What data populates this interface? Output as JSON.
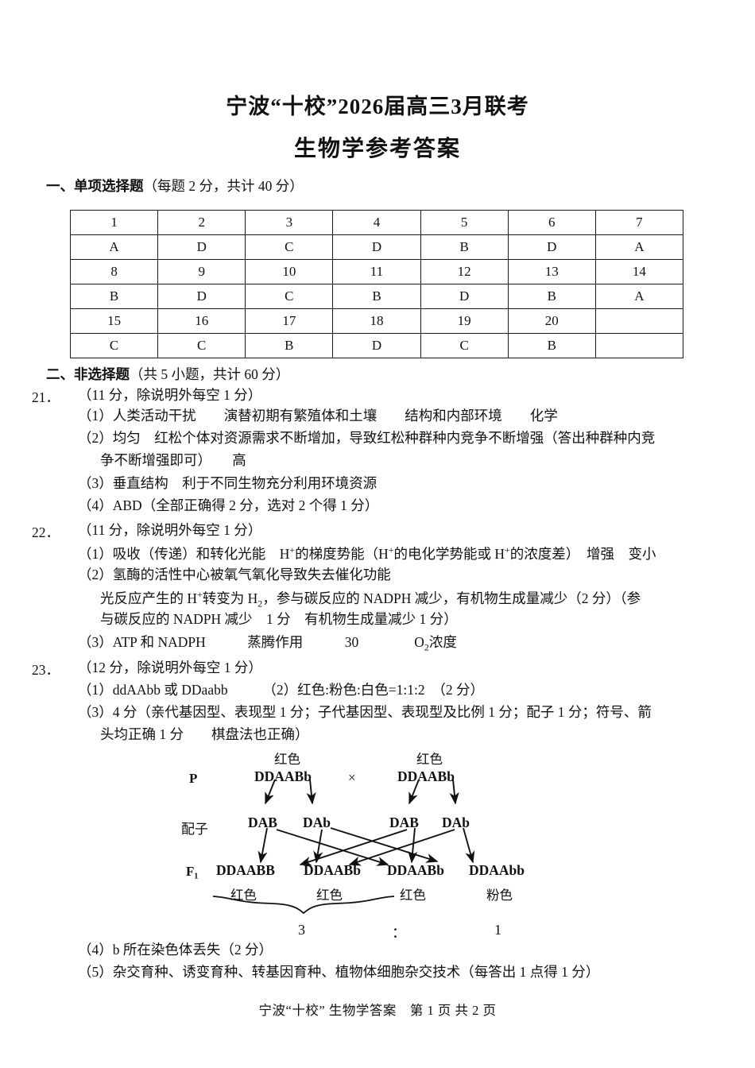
{
  "document": {
    "title_main": "宁波“十校”2026届高三3月联考",
    "title_sub": "生物学参考答案"
  },
  "section_one": {
    "heading_bold": "一、单项选择题",
    "heading_rest": "（每题 2 分，共计 40 分）",
    "table": {
      "rows": [
        [
          "1",
          "2",
          "3",
          "4",
          "5",
          "6",
          "7"
        ],
        [
          "A",
          "D",
          "C",
          "D",
          "B",
          "D",
          "A"
        ],
        [
          "8",
          "9",
          "10",
          "11",
          "12",
          "13",
          "14"
        ],
        [
          "B",
          "D",
          "C",
          "B",
          "D",
          "B",
          "A"
        ],
        [
          "15",
          "16",
          "17",
          "18",
          "19",
          "20",
          ""
        ],
        [
          "C",
          "C",
          "B",
          "D",
          "C",
          "B",
          ""
        ]
      ]
    }
  },
  "section_two": {
    "heading_bold": "二、非选择题",
    "heading_rest": "（共 5 小题，共计 60 分）"
  },
  "q21": {
    "number": "21．",
    "score_note": "（11 分，除说明外每空 1 分）",
    "l1": "（1）人类活动干扰　　演替初期有繁殖体和土壤　　结构和内部环境　　化学",
    "l2": "（2）均匀　红松个体对资源需求不断增加，导致红松种群种内竞争不断增强（答出种群种内竞",
    "l3": "争不断增强即可）　　高",
    "l4": "（3）垂直结构　利于不同生物充分利用环境资源",
    "l5": "（4）ABD（全部正确得 2 分，选对 2 个得 1 分）"
  },
  "q22": {
    "number": "22．",
    "score_note": "（11 分，除说明外每空 1 分）",
    "l1_a": "（1）吸收（传递）和转化光能　H",
    "l1_sup1": "+",
    "l1_b": "的梯度势能（H",
    "l1_sup2": "+",
    "l1_c": "的电化学势能或 H",
    "l1_sup3": "+",
    "l1_d": "的浓度差）　增强　变小",
    "l2": "（2）氢酶的活性中心被氧气氧化导致失去催化功能",
    "l3_a": "光反应产生的 H",
    "l3_sup1": "+",
    "l3_b": "转变为 H",
    "l3_sub1": "2",
    "l3_c": "，参与碳反应的 NADPH 减少，有机物生成量减少（2 分）（参",
    "l4": "与碳反应的 NADPH 减少　1 分　有机物生成量减少 1 分）",
    "l5_a": "（3）ATP 和 NADPH　　　蒸腾作用　　　30　　　　O",
    "l5_sub1": "2",
    "l5_b": "浓度"
  },
  "q23": {
    "number": "23．",
    "score_note": "（12 分，除说明外每空 1 分）",
    "l1": "（1）ddAAbb 或 DDaabb　　　（2）红色:粉色:白色=1:1:2　（2 分）",
    "l2": "（3）4 分（亲代基因型、表现型 1 分；子代基因型、表现型及比例 1 分；配子 1 分；符号、箭",
    "l3": "头均正确 1 分　　棋盘法也正确）",
    "l4": "（4）b 所在染色体丢失（2 分）",
    "l5": "（5）杂交育种、诱变育种、转基因育种、植物体细胞杂交技术（每答出 1 点得 1 分）"
  },
  "cross_diagram": {
    "row_p_label": "P",
    "row_gamete_label": "配子",
    "row_f1_label": "F₁",
    "cross_symbol": "×",
    "parent_phenotypes": [
      "红色",
      "红色"
    ],
    "parent_genotypes": [
      "DDAABb",
      "DDAABb"
    ],
    "gametes": [
      "DAB",
      "DAb",
      "DAB",
      "DAb"
    ],
    "f1_genotypes": [
      "DDAABB",
      "DDAABb",
      "DDAABb",
      "DDAAbb"
    ],
    "f1_phenotypes": [
      "红色",
      "红色",
      "红色",
      "粉色"
    ],
    "ratio_left": "3",
    "ratio_colon": "：",
    "ratio_right": "1"
  },
  "footer": {
    "text": "宁波“十校” 生物学答案　第 1 页 共 2 页"
  },
  "colors": {
    "ink": "#111111",
    "rule": "#1a1a1a",
    "paper": "#ffffff"
  }
}
